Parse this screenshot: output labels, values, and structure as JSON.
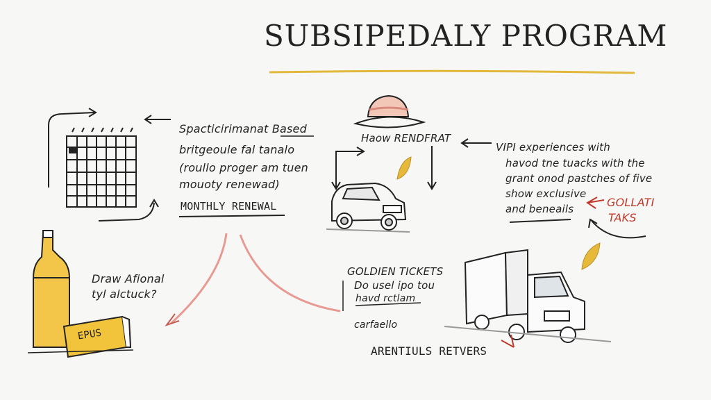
{
  "title": "SUBSIPEDALY PROGRAM",
  "calendar_note": {
    "line1": "Spacticirimanat",
    "line1_b": "Based",
    "line2": "britgeoule fal tanalo",
    "line3": "(roullo proger am tuen",
    "line4": "mouoty renewad)"
  },
  "monthly_renewal": "MONTHLY RENEWAL",
  "car_label": "Haow RENDFRAT",
  "vip": {
    "line1": "VIPI experiences with",
    "line2": "havod tne tuacks with the",
    "line3": "grant onod pastches of five",
    "line4": "show exclusive",
    "line5": "and beneails"
  },
  "golden_tag": {
    "line1": "GOLLATI",
    "line2": "TAKS"
  },
  "bottle_note": {
    "line1": "Draw Afional",
    "line2": "tyl alctuck?"
  },
  "ticket_label": "EPUS",
  "golden_tickets": {
    "line1": "GOLDIEN TICKETS",
    "line2": "Do usel ipo tou",
    "line3": "havd rctlam",
    "line4": "carfaello"
  },
  "arentials": "ARENTIULS RETVERS",
  "colors": {
    "accent_yellow": "#e7b93a",
    "accent_red": "#c0392b",
    "accent_pink": "#e89a92",
    "ink": "#1c1c1c"
  }
}
